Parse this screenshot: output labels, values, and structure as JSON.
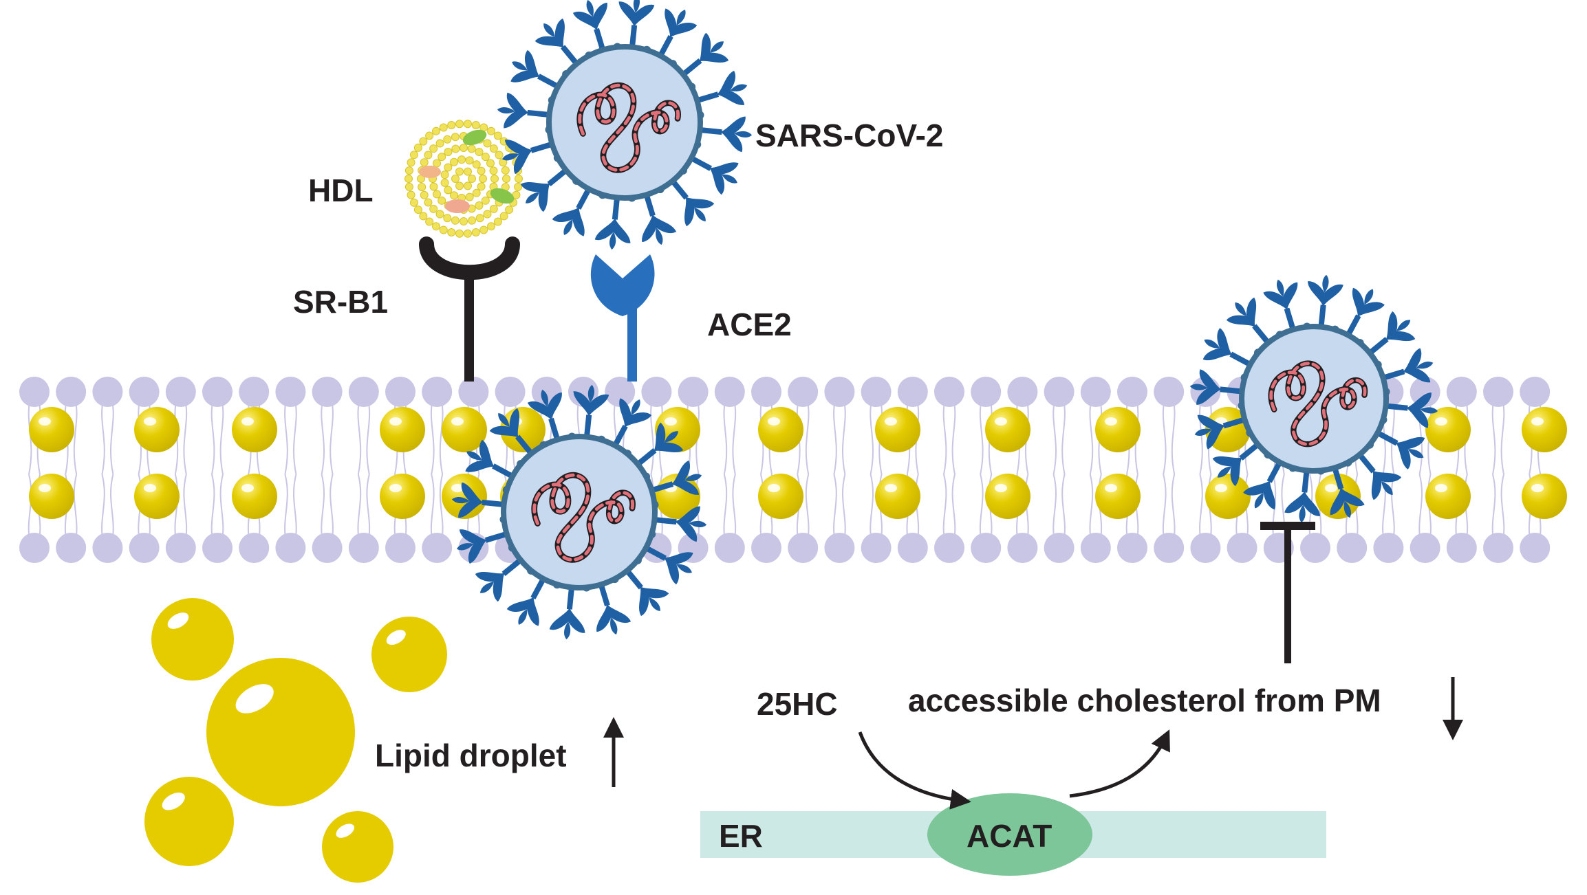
{
  "labels": {
    "sars": "SARS-CoV-2",
    "hdl": "HDL",
    "srb1": "SR-B1",
    "ace2": "ACE2",
    "lipid": "Lipid droplet",
    "hc": "25HC",
    "chol": "accessible cholesterol from PM",
    "er": "ER",
    "acat": "ACAT"
  },
  "colors": {
    "virus_spike": "#1f5fa3",
    "virus_body": "#c6d9ef",
    "virus_envelope": "#3f6e93",
    "rna_red": "#e0707a",
    "lipid_yellow": "#e4cc00",
    "phospholipid_head": "#c9c5e4",
    "hdl_yellow": "#f0e25a",
    "receptor_srb1": "#231f20",
    "receptor_ace2": "#2870bd",
    "er_band": "#cde9e6",
    "acat": "#7cc69a"
  }
}
